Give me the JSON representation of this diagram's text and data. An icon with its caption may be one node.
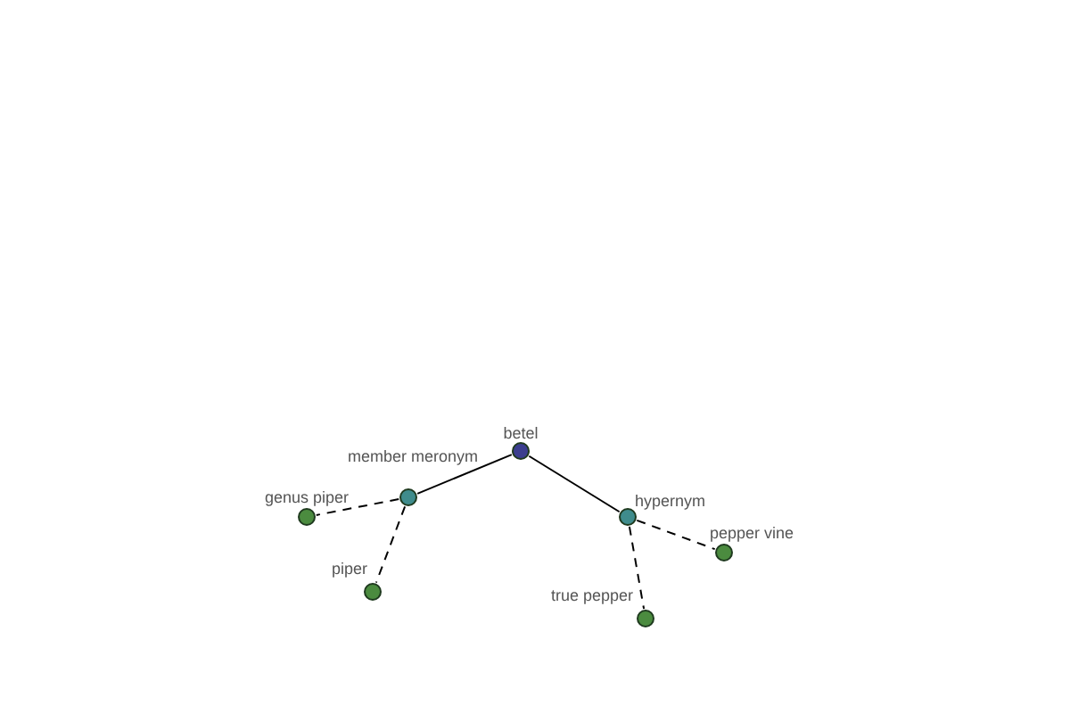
{
  "diagram": {
    "nodes": [
      {
        "text": [
          "betel"
        ]
      },
      {
        "text": [
          "member meronym"
        ]
      },
      {
        "text": [
          "hypernym"
        ]
      },
      {
        "text": [
          "genus piper"
        ]
      },
      {
        "text": [
          "piper"
        ]
      },
      {
        "text": [
          "true pepper"
        ]
      },
      {
        "text": [
          "pepper vine"
        ]
      }
    ],
    "edges": [
      {
        "from": 0,
        "to": 1,
        "arrow": "none"
      },
      {
        "from": 0,
        "to": 2,
        "arrow": "none"
      },
      {
        "from": 1,
        "to": 3,
        "arrow": "none",
        "style": "dashed"
      },
      {
        "from": 1,
        "to": 4,
        "arrow": "none",
        "style": "dashed"
      },
      {
        "from": 2,
        "to": 5,
        "arrow": "none",
        "style": "dashed"
      },
      {
        "from": 2,
        "to": 6,
        "arrow": "none",
        "style": "dashed"
      }
    ]
  }
}
